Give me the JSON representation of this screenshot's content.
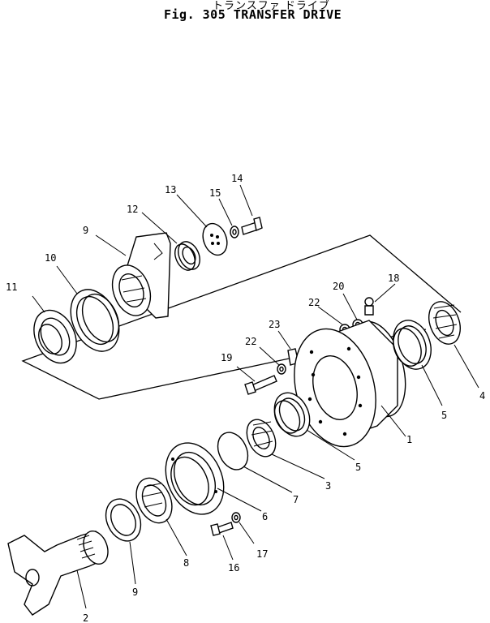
{
  "title": {
    "japanese": "トランスファ ドライブ",
    "english": "Fig. 305  TRANSFER  DRIVE"
  },
  "callouts": [
    {
      "id": "c1",
      "text": "1"
    },
    {
      "id": "c2",
      "text": "2"
    },
    {
      "id": "c3",
      "text": "3"
    },
    {
      "id": "c4",
      "text": "4"
    },
    {
      "id": "c5a",
      "text": "5"
    },
    {
      "id": "c5b",
      "text": "5"
    },
    {
      "id": "c6",
      "text": "6"
    },
    {
      "id": "c7",
      "text": "7"
    },
    {
      "id": "c8",
      "text": "8"
    },
    {
      "id": "c9",
      "text": "9"
    },
    {
      "id": "c10",
      "text": "10"
    },
    {
      "id": "c11",
      "text": "11"
    },
    {
      "id": "c12",
      "text": "12"
    },
    {
      "id": "c13",
      "text": "13"
    },
    {
      "id": "c14",
      "text": "14"
    },
    {
      "id": "c15",
      "text": "15"
    },
    {
      "id": "c16",
      "text": "16"
    },
    {
      "id": "c17",
      "text": "17"
    },
    {
      "id": "c18",
      "text": "18"
    },
    {
      "id": "c19",
      "text": "19"
    },
    {
      "id": "c20",
      "text": "20"
    },
    {
      "id": "c21",
      "text": "21"
    },
    {
      "id": "c22a",
      "text": "22"
    },
    {
      "id": "c22b",
      "text": "22"
    },
    {
      "id": "c23",
      "text": "23"
    }
  ]
}
